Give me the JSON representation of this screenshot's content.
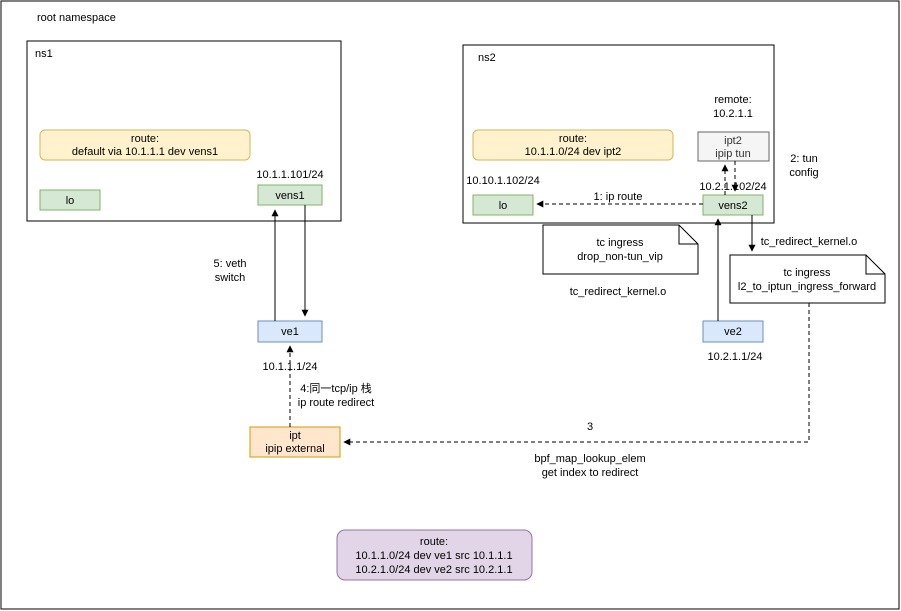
{
  "colors": {
    "green_fill": "#d5e8d4",
    "green_stroke": "#82b366",
    "blue_fill": "#dae8fc",
    "blue_stroke": "#6c8ebf",
    "yellow_fill": "#fff2cc",
    "yellow_stroke": "#d6b656",
    "orange_fill": "#ffe6cc",
    "orange_stroke": "#d79b00",
    "purple_fill": "#e1d5e7",
    "purple_stroke": "#9673a6",
    "gray_fill": "#f5f5f5",
    "gray_stroke": "#666666",
    "gray_text": "#333333"
  },
  "root": {
    "title": "root namespace"
  },
  "ns1": {
    "title": "ns1",
    "route_lines": [
      "route:",
      "default via 10.1.1.1 dev vens1"
    ],
    "lo": "lo",
    "vens1": "vens1",
    "vens1_ip": "10.1.1.101/24"
  },
  "ns2": {
    "title": "ns2",
    "route_lines": [
      "route:",
      "10.1.1.0/24 dev ipt2"
    ],
    "lo": "lo",
    "lo_ip": "10.10.1.102/24",
    "vens2": "vens2",
    "vens2_ip": "10.2.1.102/24",
    "remote_lines": [
      "remote:",
      "10.2.1.1"
    ],
    "ipt2_lines": [
      "ipt2",
      "ipip tun"
    ],
    "tc_note_lines": [
      "tc ingress",
      "drop_non-tun_vip"
    ]
  },
  "root_ns": {
    "ve1": "ve1",
    "ve1_ip": "10.1.1.1/24",
    "ve2": "ve2",
    "ve2_ip": "10.2.1.1/24",
    "ipt_lines": [
      "ipt",
      "ipip external"
    ],
    "route_lines": [
      "route:",
      "10.1.1.0/24 dev ve1 src 10.1.1.1",
      "10.2.1.0/24 dev ve2 src 10.2.1.1"
    ],
    "tc_note_lines": [
      "tc ingress",
      "l2_to_iptun_ingress_forward"
    ]
  },
  "labels": {
    "ip_route": "1: ip route",
    "tun_config_lines": [
      "2: tun",
      "config"
    ],
    "step3": "3",
    "step4_lines": [
      "4:同一tcp/ip 栈",
      "ip route redirect"
    ],
    "veth_switch_lines": [
      "5: veth",
      "switch"
    ],
    "tc_redirect_a": "tc_redirect_kernel.o",
    "tc_redirect_b": "tc_redirect_kernel.o",
    "bpf_lines": [
      "bpf_map_lookup_elem",
      "get index to redirect"
    ]
  }
}
